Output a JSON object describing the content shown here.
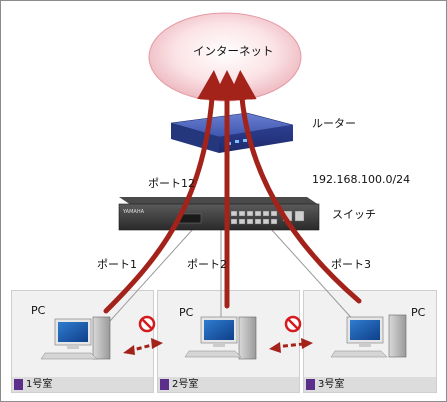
{
  "internet": {
    "label": "インターネット"
  },
  "router": {
    "label": "ルーター"
  },
  "switch": {
    "label": "スイッチ",
    "ip": "192.168.100.0/24"
  },
  "ports": {
    "p12": "ポート12",
    "p1": "ポート1",
    "p2": "ポート2",
    "p3": "ポート3"
  },
  "rooms": [
    {
      "name": "1号室",
      "pc_label": "PC"
    },
    {
      "name": "2号室",
      "pc_label": "PC"
    },
    {
      "name": "3号室",
      "pc_label": "PC"
    }
  ],
  "colors": {
    "path": "#a3231b",
    "room_tag": "#5b2e8c",
    "router": "#2b3f8f",
    "prohibited": "#d6191c"
  }
}
